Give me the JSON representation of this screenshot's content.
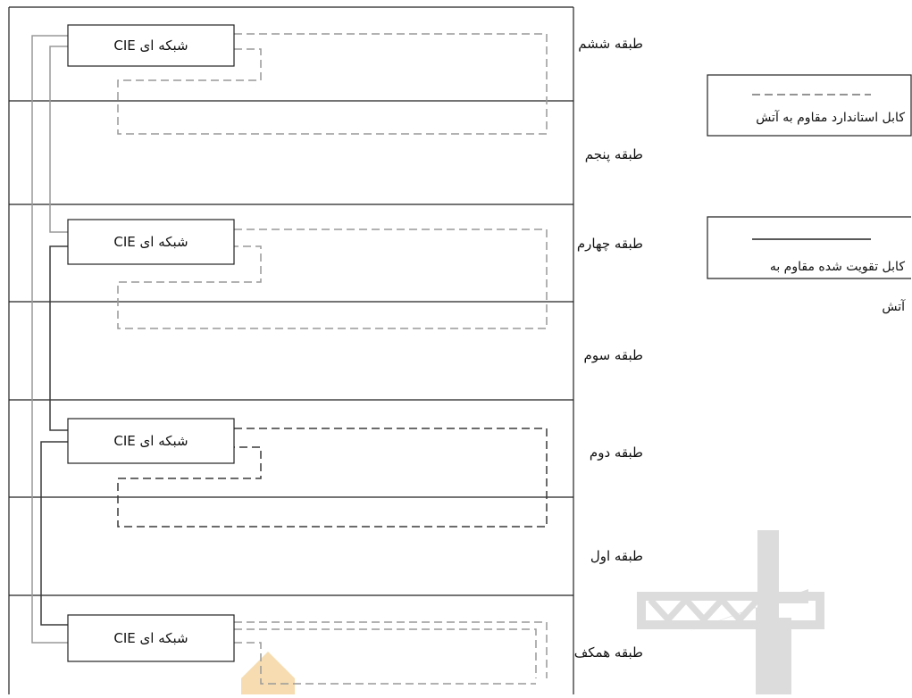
{
  "floors": [
    {
      "id": "sixth",
      "label": "طبقه ششم"
    },
    {
      "id": "fifth",
      "label": "طبقه پنجم"
    },
    {
      "id": "fourth",
      "label": "طبقه چهارم"
    },
    {
      "id": "third",
      "label": "طبقه سوم"
    },
    {
      "id": "second",
      "label": "طبقه دوم"
    },
    {
      "id": "first",
      "label": "طبقه اول"
    },
    {
      "id": "ground",
      "label": "طبقه همکف"
    }
  ],
  "cie_boxes": [
    {
      "floor": "sixth",
      "label": "CIE شبکه ای"
    },
    {
      "floor": "fourth",
      "label": "CIE شبکه ای"
    },
    {
      "floor": "second",
      "label": "CIE شبکه ای"
    },
    {
      "floor": "ground",
      "label": "CIE شبکه ای"
    }
  ],
  "legend": {
    "standard_cable": {
      "line_style": "dashed",
      "label": "کابل استاندارد مقاوم به آتش"
    },
    "reinforced_cable": {
      "line_style": "solid",
      "label_line1": "کابل تقویت شده مقاوم به",
      "label_line2": "آتش"
    }
  },
  "colors": {
    "cable_gray": "#999999",
    "cable_dark": "#3a3a3a",
    "frame": "#222222",
    "watermark_gray": "#dcdcdc",
    "watermark_gold": "#f6dcb0"
  }
}
